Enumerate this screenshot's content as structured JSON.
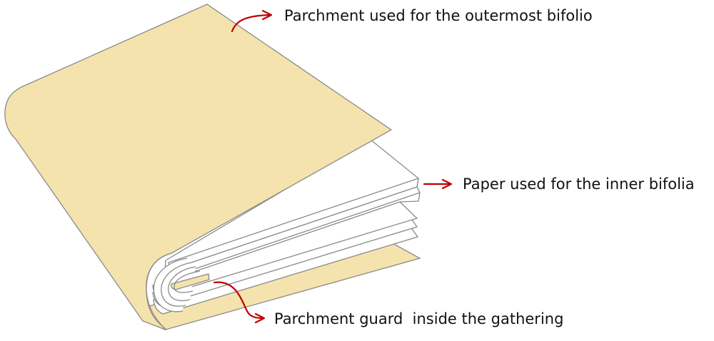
{
  "labels": {
    "outer": "Parchment used for the outermost bifolio",
    "inner": "Paper used for the inner bifolia",
    "guard": "Parchment guard  inside the gathering"
  },
  "colors": {
    "parchment": "#f4e3ad",
    "paper": "#ffffff",
    "outline": "#8a8a8a",
    "arrow": "#c00000",
    "text": "#111111"
  }
}
